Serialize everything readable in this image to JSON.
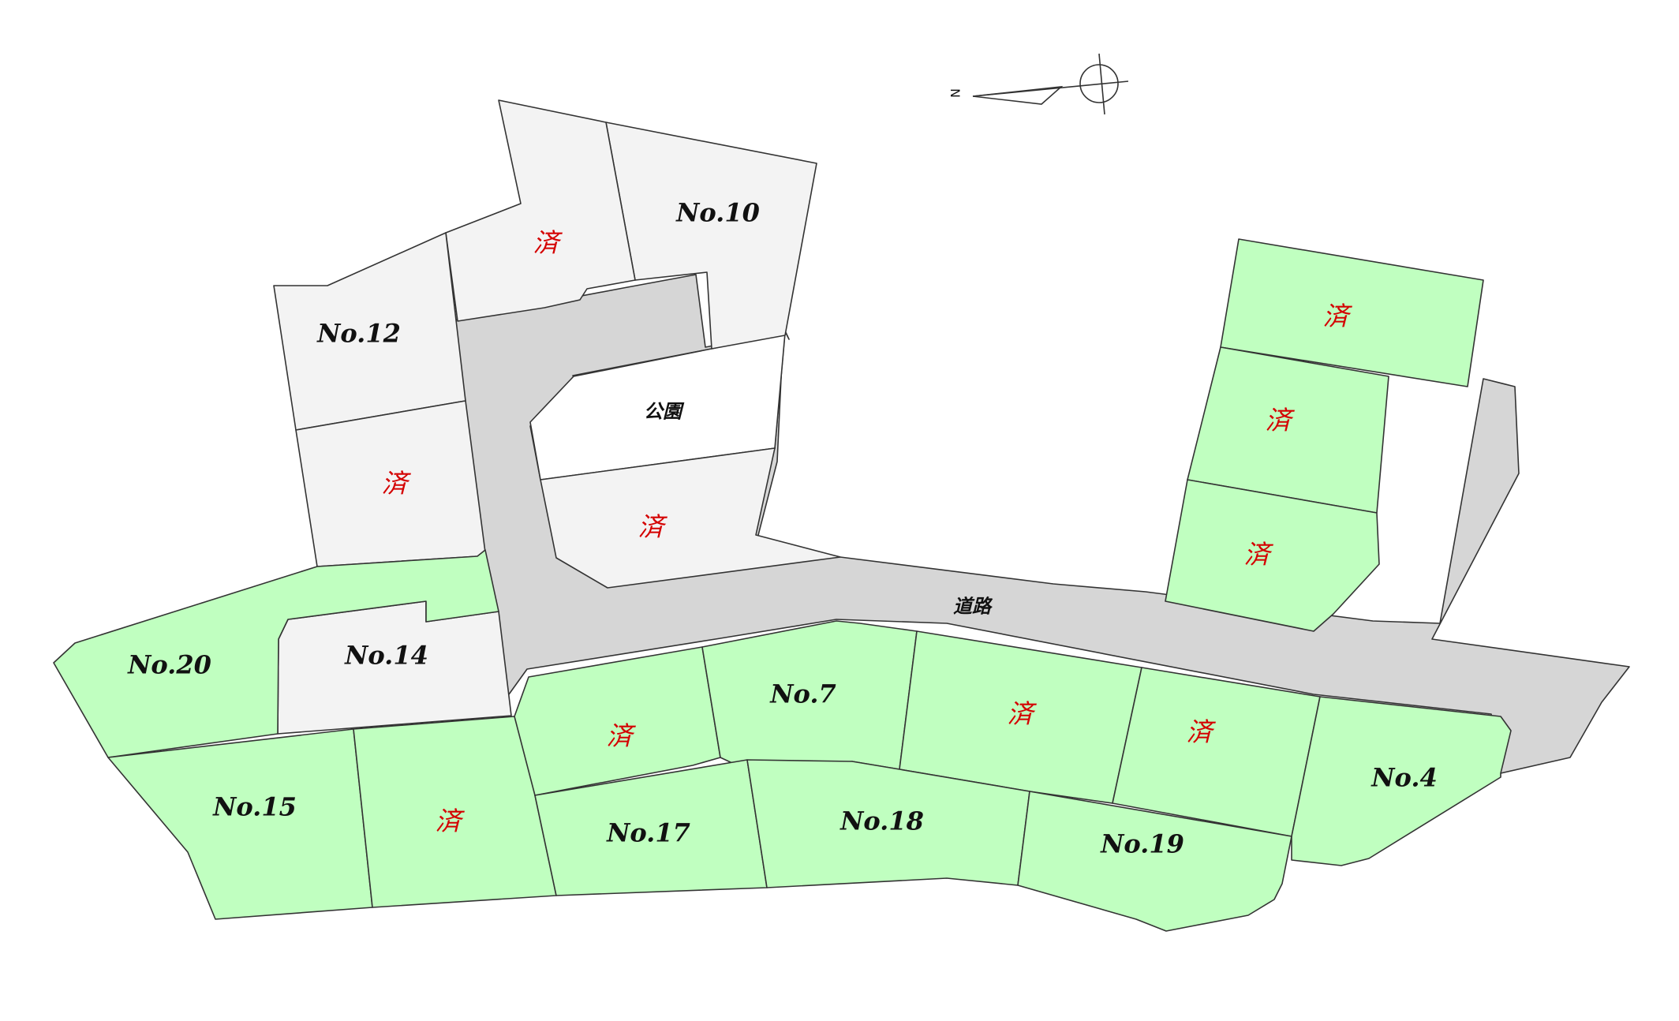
{
  "colors": {
    "available_lot": "#c0ffc0",
    "sold_lot": "#f3f3f3",
    "road": "#d6d6d6",
    "sold_mark": "#d40000"
  },
  "compass": {
    "north_label": "N"
  },
  "labels": {
    "road": "道路",
    "park": "公園"
  },
  "lots": [
    {
      "id": "no10",
      "label": "No.10",
      "status": "available-grey"
    },
    {
      "id": "no12",
      "label": "No.12",
      "status": "available-grey"
    },
    {
      "id": "no14",
      "label": "No.14",
      "status": "available-grey"
    },
    {
      "id": "no20",
      "label": "No.20",
      "status": "available"
    },
    {
      "id": "no15",
      "label": "No.15",
      "status": "available"
    },
    {
      "id": "no17",
      "label": "No.17",
      "status": "available"
    },
    {
      "id": "no7",
      "label": "No.7",
      "status": "available"
    },
    {
      "id": "no18",
      "label": "No.18",
      "status": "available"
    },
    {
      "id": "no19",
      "label": "No.19",
      "status": "available"
    },
    {
      "id": "no4",
      "label": "No.4",
      "status": "available"
    }
  ],
  "sold": [
    {
      "id": "sold-top-mid",
      "label": "済"
    },
    {
      "id": "sold-left-mid",
      "label": "済"
    },
    {
      "id": "sold-park-below",
      "label": "済"
    },
    {
      "id": "sold-right-1",
      "label": "済"
    },
    {
      "id": "sold-right-2",
      "label": "済"
    },
    {
      "id": "sold-right-3",
      "label": "済"
    },
    {
      "id": "sold-road-1",
      "label": "済"
    },
    {
      "id": "sold-road-2",
      "label": "済"
    },
    {
      "id": "sold-road-3",
      "label": "済"
    },
    {
      "id": "sold-bottom-left",
      "label": "済"
    }
  ]
}
